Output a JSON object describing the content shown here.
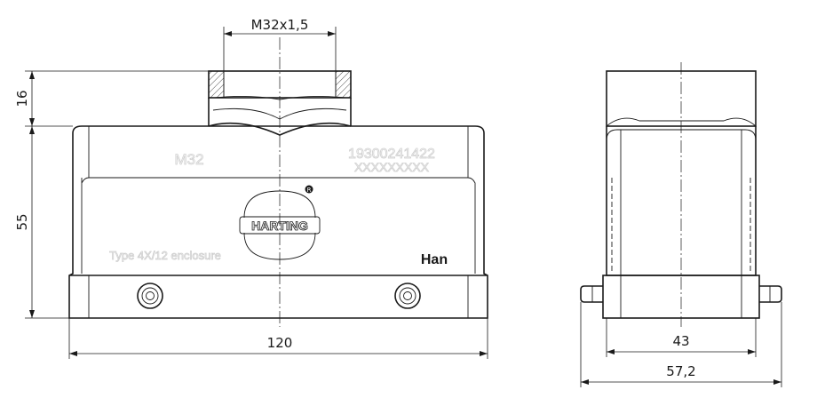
{
  "drawing": {
    "dimensions": {
      "thread": "M32x1,5",
      "height_top": "16",
      "height_body": "55",
      "width_front": "120",
      "width_side_inner": "43",
      "width_side_outer": "57,2"
    },
    "markings": {
      "size_mark": "M32",
      "part_number": "19300241422",
      "part_number_placeholder": "XXXXXXXXX",
      "brand": "HARTING",
      "enclosure_rating": "Type 4X/12 enclosure",
      "series": "Han"
    },
    "colors": {
      "line": "#1a1a1a",
      "emboss": "#cfcfcf"
    }
  }
}
